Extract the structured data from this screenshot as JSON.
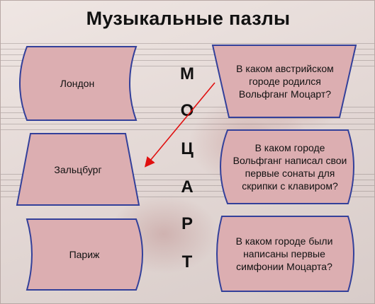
{
  "title": "Музыкальные пазлы",
  "cities": [
    "Лондон",
    "Зальцбург",
    "Париж"
  ],
  "questions": [
    "В каком австрийском городе родился Вольфганг Моцарт?",
    "В каком городе Вольфганг написал свои первые сонаты для скрипки с клавиром?",
    "В каком городе были написаны первые симфонии Моцарта?"
  ],
  "letters": [
    "М",
    "О",
    "Ц",
    "А",
    "Р",
    "Т"
  ],
  "colors": {
    "shape_fill": "#dcaeb1",
    "shape_border": "#33409a",
    "arrow": "#e01010",
    "text": "#111111"
  }
}
